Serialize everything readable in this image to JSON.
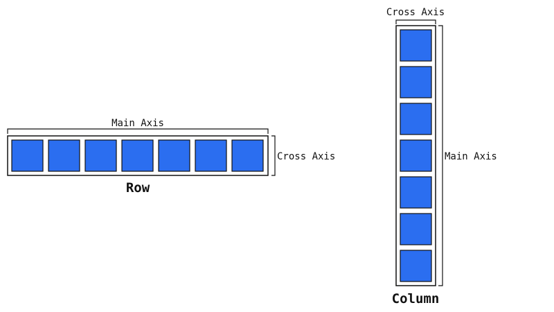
{
  "row": {
    "title": "Row",
    "main_axis_label": "Main Axis",
    "cross_axis_label": "Cross Axis",
    "item_count": 7
  },
  "column": {
    "title": "Column",
    "main_axis_label": "Main Axis",
    "cross_axis_label": "Cross Axis",
    "item_count": 7
  },
  "colors": {
    "item_fill": "#2b6ef0",
    "stroke": "#111111",
    "background": "#ffffff"
  }
}
